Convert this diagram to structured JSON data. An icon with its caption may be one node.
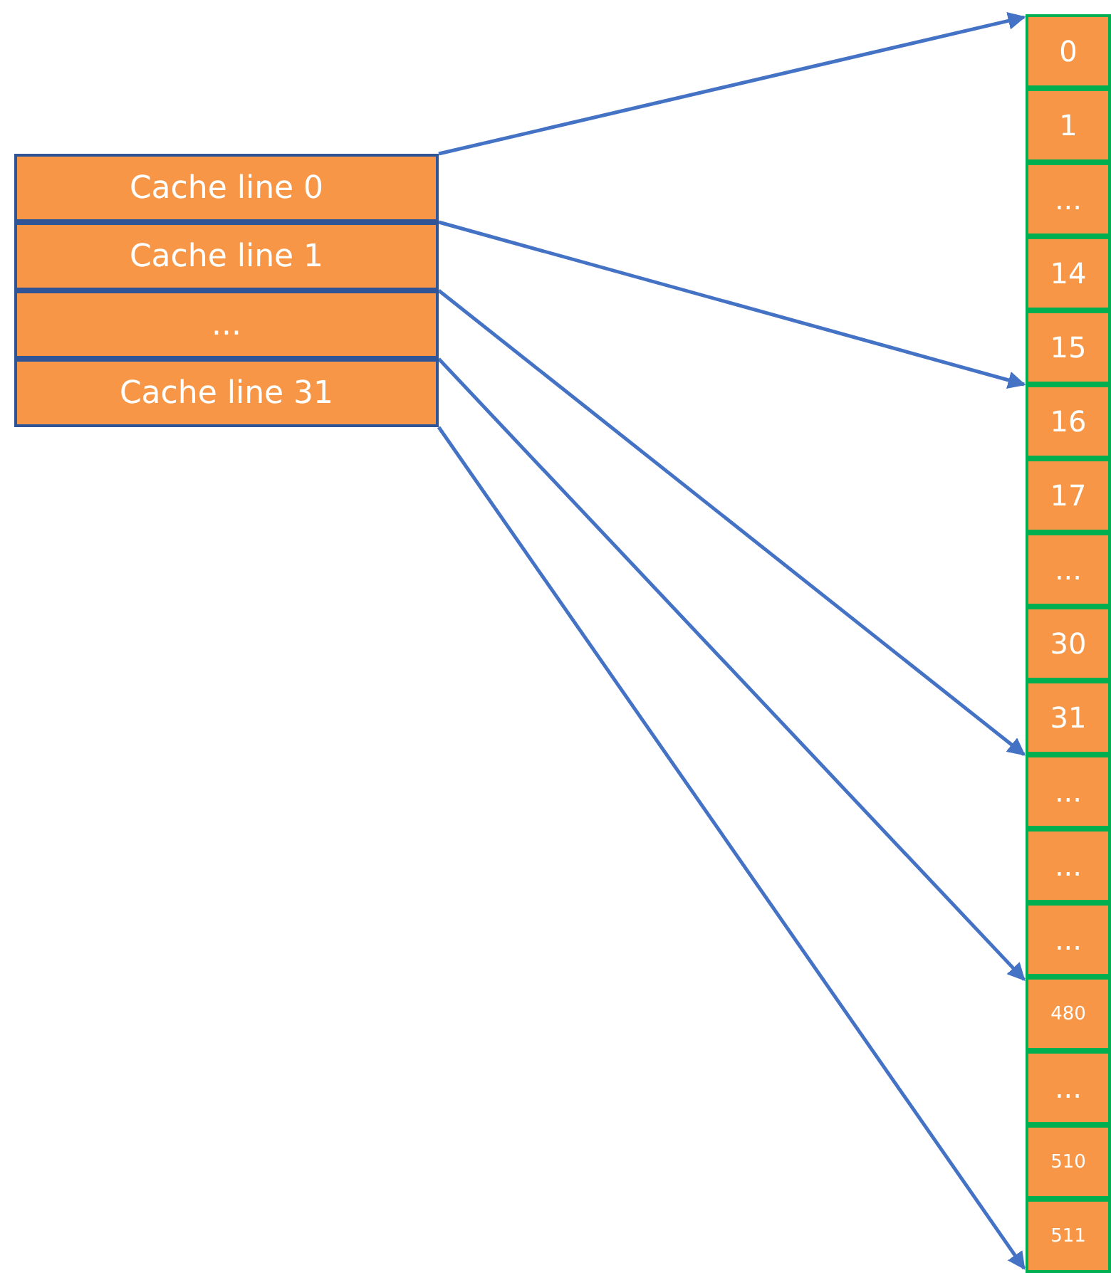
{
  "diagram": {
    "nodes": [
      {
        "text": [
          "Cache line 0"
        ]
      },
      {
        "text": [
          "Cache line 1"
        ]
      },
      {
        "text": [
          "..."
        ]
      },
      {
        "text": [
          "Cache line 31"
        ]
      },
      {
        "text": [
          "0"
        ]
      },
      {
        "text": [
          "1"
        ]
      },
      {
        "text": [
          "..."
        ]
      },
      {
        "text": [
          "14"
        ]
      },
      {
        "text": [
          "15"
        ]
      },
      {
        "text": [
          "16"
        ]
      },
      {
        "text": [
          "17"
        ]
      },
      {
        "text": [
          "..."
        ]
      },
      {
        "text": [
          "30"
        ]
      },
      {
        "text": [
          "31"
        ]
      },
      {
        "text": [
          "..."
        ]
      },
      {
        "text": [
          "..."
        ]
      },
      {
        "text": [
          "..."
        ]
      },
      {
        "text": [
          "480"
        ]
      },
      {
        "text": [
          "..."
        ]
      },
      {
        "text": [
          "510"
        ]
      },
      {
        "text": [
          "511"
        ]
      }
    ],
    "edges": [
      {
        "from": 0,
        "to": 4,
        "arrow": "to"
      },
      {
        "from": 1,
        "to": 9,
        "arrow": "to"
      },
      {
        "from": 1,
        "to": 13,
        "arrow": "to"
      },
      {
        "from": 3,
        "to": 17,
        "arrow": "to"
      },
      {
        "from": 3,
        "to": 20,
        "arrow": "to"
      }
    ]
  }
}
